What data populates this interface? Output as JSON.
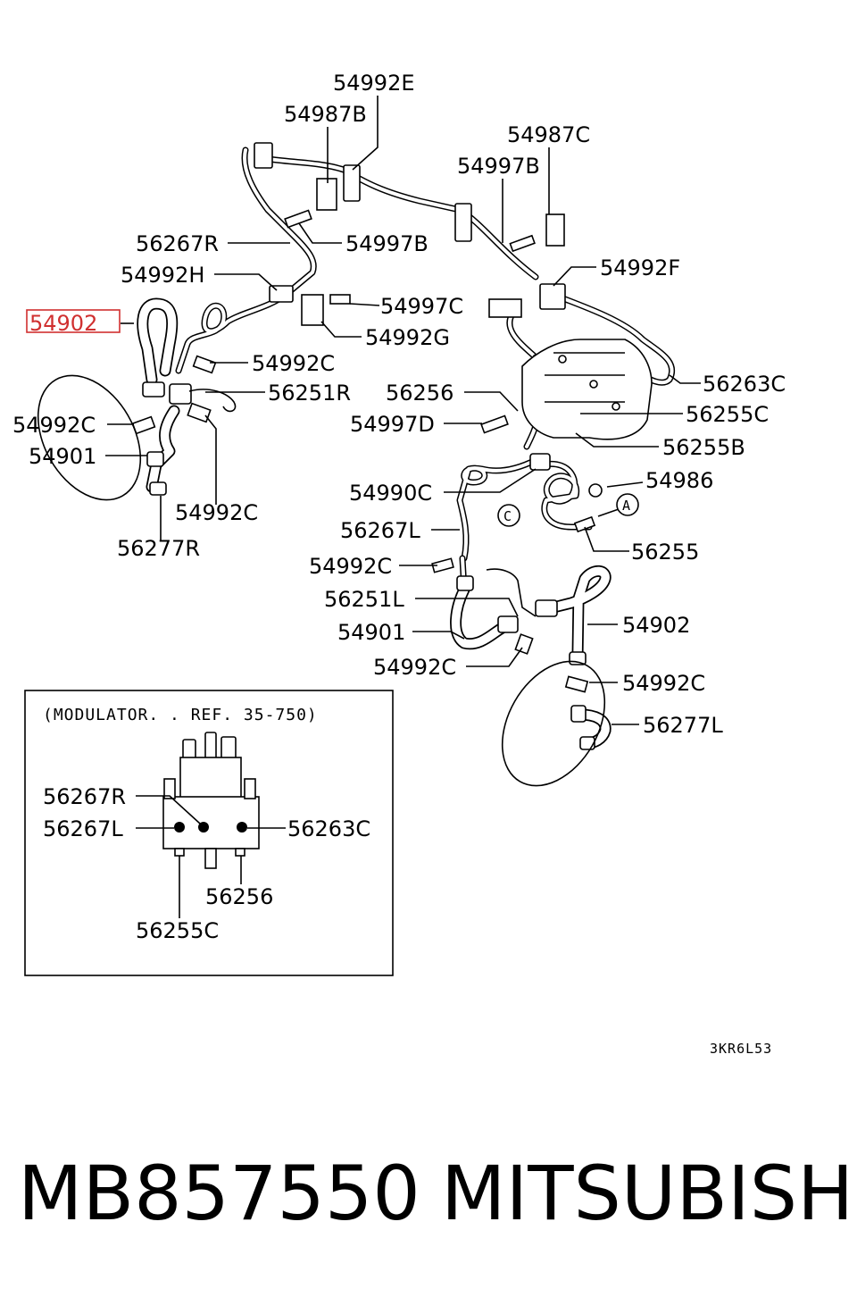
{
  "highlight_part": "54902",
  "callouts_upper": {
    "c54992E": "54992E",
    "c54987B": "54987B",
    "c54987C": "54987C",
    "c54997B_right": "54997B",
    "c56267R": "56267R",
    "c54997B_left": "54997B",
    "c54992H": "54992H",
    "c54992F": "54992F",
    "c54997C": "54997C",
    "c54992G": "54992G",
    "c54992C_a": "54992C",
    "c56251R": "56251R",
    "c56263C": "56263C",
    "c56256": "56256",
    "c54992C_left": "54992C",
    "c54997D": "54997D",
    "c56255C": "56255C",
    "c54901_left": "54901",
    "c56255B": "56255B",
    "c54986": "54986",
    "c54990C": "54990C",
    "c54992C_b": "54992C",
    "c56267L": "56267L",
    "c56255": "56255",
    "c56277R": "56277R",
    "c54992C_c": "54992C",
    "c56251L": "56251L",
    "c54901_right": "54901",
    "c54902_right": "54902",
    "c54992C_d": "54992C",
    "c54992C_e": "54992C",
    "c56277L": "56277L"
  },
  "markers": {
    "a": "A",
    "c": "C"
  },
  "inset": {
    "title": "(MODULATOR. . REF. 35-750)",
    "c56267R": "56267R",
    "c56267L": "56267L",
    "c56263C": "56263C",
    "c56256": "56256",
    "c56255C": "56255C"
  },
  "drawing_code": "3KR6L53",
  "footer": {
    "part_number": "MB857550",
    "brand": "MITSUBISHI"
  }
}
